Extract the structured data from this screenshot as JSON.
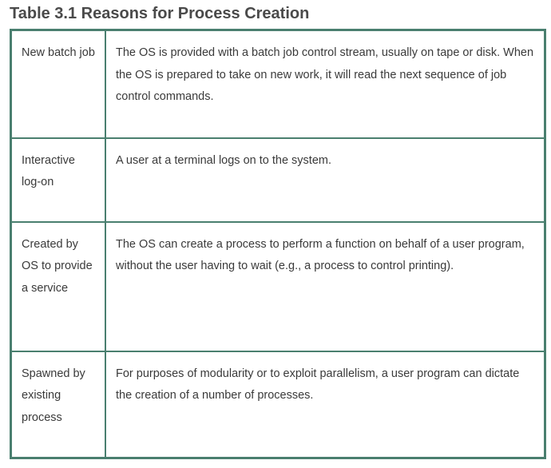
{
  "title": "Table 3.1 Reasons for Process Creation",
  "rows": [
    {
      "reason": "New batch job",
      "description": "The OS is provided with a batch job control stream, usually on tape or disk. When the OS is prepared to take on new work, it will read the next sequence of job control commands."
    },
    {
      "reason": "Interactive log-on",
      "description": "A user at a terminal logs on to the system."
    },
    {
      "reason": "Created by OS to provide a service",
      "description": "The OS can create a process to perform a function on behalf of a user program, without the user having to wait (e.g., a process to control printing)."
    },
    {
      "reason": "Spawned by existing process",
      "description": "For purposes of modularity or to exploit parallelism, a user program can dictate the creation of a number of processes."
    }
  ]
}
